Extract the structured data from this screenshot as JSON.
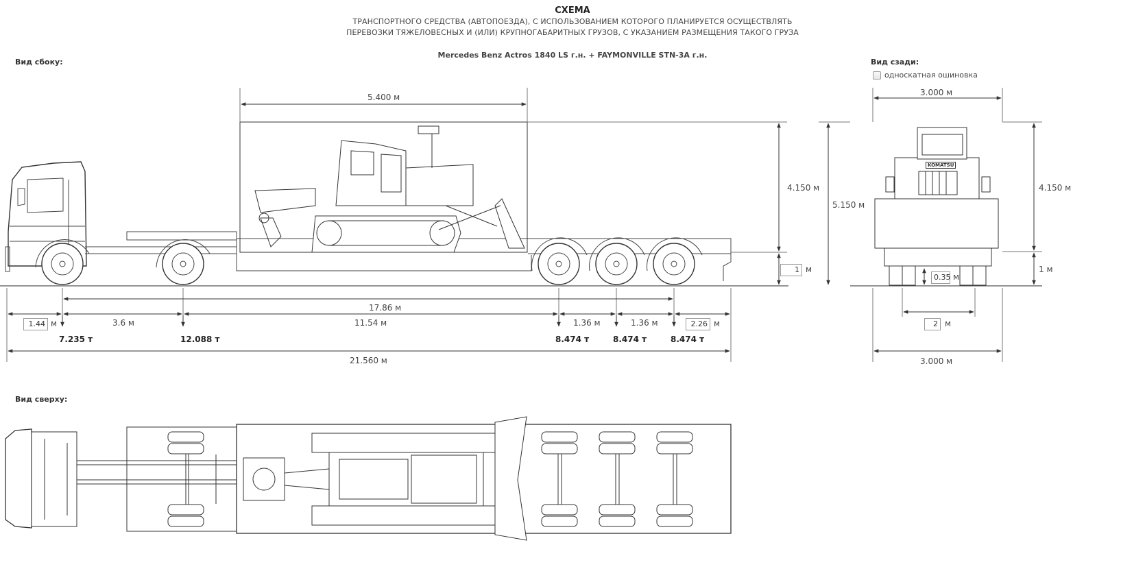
{
  "header": {
    "title": "СХЕМА",
    "line1": "ТРАНСПОРТНОГО СРЕДСТВА (АВТОПОЕЗДА), С ИСПОЛЬЗОВАНИЕМ КОТОРОГО ПЛАНИРУЕТСЯ ОСУЩЕСТВЛЯТЬ",
    "line2": "ПЕРЕВОЗКИ ТЯЖЕЛОВЕСНЫХ И (ИЛИ) КРУПНОГАБАРИТНЫХ ГРУЗОВ, С УКАЗАНИЕМ РАЗМЕЩЕНИЯ ТАКОГО ГРУЗА",
    "vehicle": "Mercedes Benz Actros 1840 LS г.н. + FAYMONVILLE STN-3A г.н."
  },
  "side_view": {
    "label": "Вид сбоку:",
    "cargo_length": "5.400 м",
    "cargo_height": "4.150 м",
    "total_height": "5.150 м",
    "platform_height_value": "1",
    "platform_height_unit": "м",
    "axle_span": "17.86 м",
    "front_overhang_value": "1.44",
    "front_overhang_unit": "м",
    "spacing_1": "3.6 м",
    "spacing_2": "11.54 м",
    "spacing_3": "1.36 м",
    "spacing_4": "1.36 м",
    "rear_overhang_value": "2.26",
    "rear_overhang_unit": "м",
    "total_length": "21.560 м",
    "axle_loads": [
      "7.235 т",
      "12.088 т",
      "8.474 т",
      "8.474 т",
      "8.474 т"
    ]
  },
  "rear_view": {
    "label": "Вид сзади:",
    "checkbox_label": "односкатная ошиновка",
    "top_width": "3.000 м",
    "cargo_height": "4.150 м",
    "platform_height": "1 м",
    "clearance_value": "0.35",
    "clearance_unit": "м",
    "track_value": "2",
    "track_unit": "м",
    "bottom_width": "3.000 м",
    "machine_brand": "KOMATSU"
  },
  "top_view": {
    "label": "Вид сверху:"
  }
}
